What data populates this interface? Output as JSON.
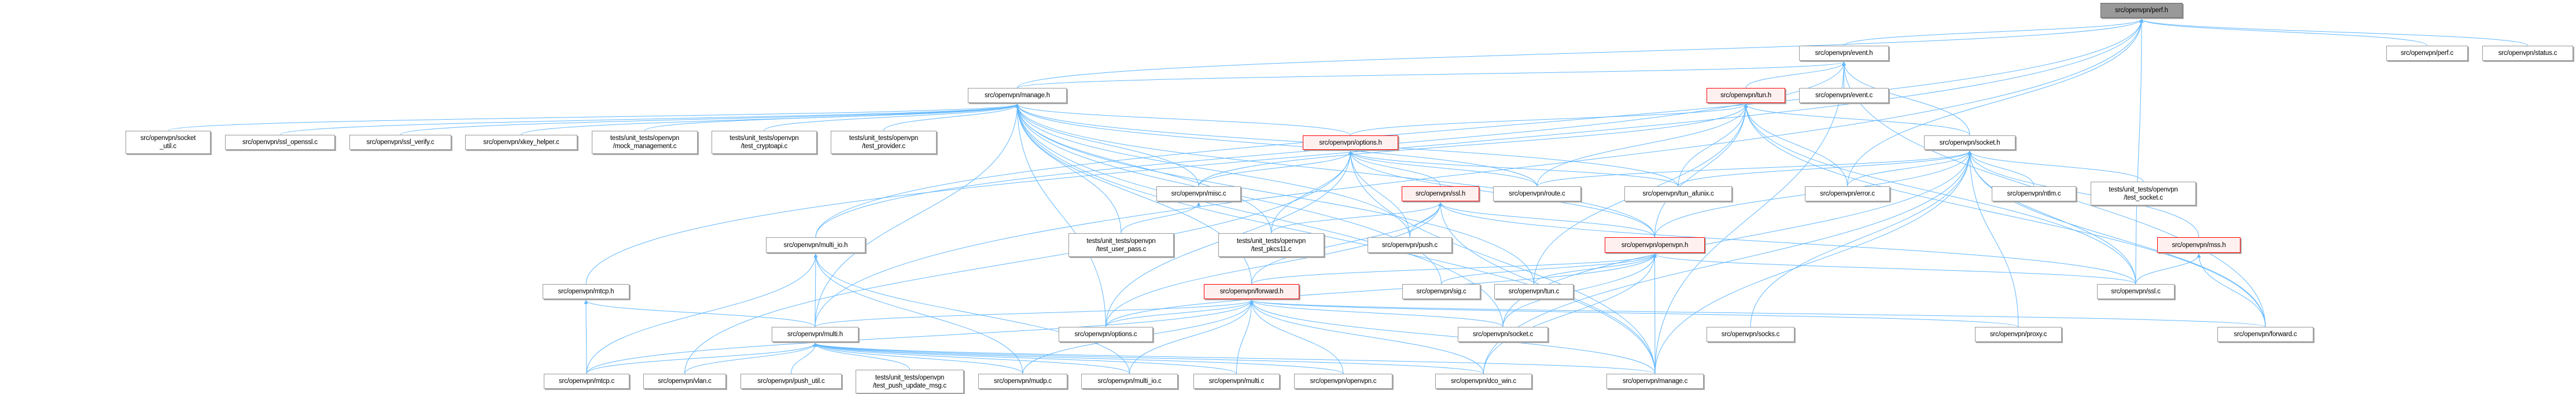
{
  "graph_title": "src/openvpn/perf.h",
  "edge_color": "#63b8ff",
  "nodes": [
    {
      "label": "src/openvpn/perf.h",
      "style": "root"
    },
    {
      "label": "src/openvpn/event.h",
      "style": "plain"
    },
    {
      "label": "src/openvpn/perf.c",
      "style": "plain"
    },
    {
      "label": "src/openvpn/status.c",
      "style": "plain"
    },
    {
      "label": "src/openvpn/manage.h",
      "style": "plain"
    },
    {
      "label": "src/openvpn/tun.h",
      "style": "red"
    },
    {
      "label": "src/openvpn/event.c",
      "style": "plain"
    },
    {
      "label": "src/openvpn/socket\n_util.c",
      "style": "plain"
    },
    {
      "label": "src/openvpn/ssl_openssl.c",
      "style": "plain"
    },
    {
      "label": "src/openvpn/ssl_verify.c",
      "style": "plain"
    },
    {
      "label": "src/openvpn/xkey_helper.c",
      "style": "plain"
    },
    {
      "label": "tests/unit_tests/openvpn\n/mock_management.c",
      "style": "plain"
    },
    {
      "label": "tests/unit_tests/openvpn\n/test_cryptoapi.c",
      "style": "plain"
    },
    {
      "label": "tests/unit_tests/openvpn\n/test_provider.c",
      "style": "plain"
    },
    {
      "label": "src/openvpn/options.h",
      "style": "red"
    },
    {
      "label": "src/openvpn/socket.h",
      "style": "plain"
    },
    {
      "label": "src/openvpn/misc.c",
      "style": "plain"
    },
    {
      "label": "src/openvpn/ssl.h",
      "style": "red"
    },
    {
      "label": "src/openvpn/route.c",
      "style": "plain"
    },
    {
      "label": "src/openvpn/tun_afunix.c",
      "style": "plain"
    },
    {
      "label": "src/openvpn/error.c",
      "style": "plain"
    },
    {
      "label": "src/openvpn/ntlm.c",
      "style": "plain"
    },
    {
      "label": "tests/unit_tests/openvpn\n/test_socket.c",
      "style": "plain"
    },
    {
      "label": "src/openvpn/multi_io.h",
      "style": "plain"
    },
    {
      "label": "tests/unit_tests/openvpn\n/test_user_pass.c",
      "style": "plain"
    },
    {
      "label": "tests/unit_tests/openvpn\n/test_pkcs11.c",
      "style": "plain"
    },
    {
      "label": "src/openvpn/push.c",
      "style": "plain"
    },
    {
      "label": "src/openvpn/openvpn.h",
      "style": "red"
    },
    {
      "label": "src/openvpn/mss.h",
      "style": "red"
    },
    {
      "label": "src/openvpn/mtcp.h",
      "style": "plain"
    },
    {
      "label": "src/openvpn/forward.h",
      "style": "red"
    },
    {
      "label": "src/openvpn/sig.c",
      "style": "plain"
    },
    {
      "label": "src/openvpn/tun.c",
      "style": "plain"
    },
    {
      "label": "src/openvpn/ssl.c",
      "style": "plain"
    },
    {
      "label": "src/openvpn/multi.h",
      "style": "plain"
    },
    {
      "label": "src/openvpn/options.c",
      "style": "plain"
    },
    {
      "label": "src/openvpn/socket.c",
      "style": "plain"
    },
    {
      "label": "src/openvpn/socks.c",
      "style": "plain"
    },
    {
      "label": "src/openvpn/proxy.c",
      "style": "plain"
    },
    {
      "label": "src/openvpn/forward.c",
      "style": "plain"
    },
    {
      "label": "src/openvpn/mtcp.c",
      "style": "plain"
    },
    {
      "label": "src/openvpn/vlan.c",
      "style": "plain"
    },
    {
      "label": "src/openvpn/push_util.c",
      "style": "plain"
    },
    {
      "label": "tests/unit_tests/openvpn\n/test_push_update_msg.c",
      "style": "plain"
    },
    {
      "label": "src/openvpn/mudp.c",
      "style": "plain"
    },
    {
      "label": "src/openvpn/multi_io.c",
      "style": "plain"
    },
    {
      "label": "src/openvpn/multi.c",
      "style": "plain"
    },
    {
      "label": "src/openvpn/openvpn.c",
      "style": "plain"
    },
    {
      "label": "src/openvpn/dco_win.c",
      "style": "plain"
    },
    {
      "label": "src/openvpn/manage.c",
      "style": "plain"
    }
  ],
  "edges": [
    [
      1,
      0
    ],
    [
      2,
      0
    ],
    [
      3,
      0
    ],
    [
      20,
      0
    ],
    [
      33,
      0
    ],
    [
      4,
      0
    ],
    [
      23,
      0
    ],
    [
      29,
      0
    ],
    [
      34,
      0
    ],
    [
      4,
      1
    ],
    [
      5,
      1
    ],
    [
      6,
      1
    ],
    [
      15,
      1
    ],
    [
      39,
      1
    ],
    [
      49,
      1
    ],
    [
      23,
      1
    ],
    [
      7,
      4
    ],
    [
      8,
      4
    ],
    [
      9,
      4
    ],
    [
      10,
      4
    ],
    [
      11,
      4
    ],
    [
      12,
      4
    ],
    [
      13,
      4
    ],
    [
      14,
      4
    ],
    [
      16,
      4
    ],
    [
      18,
      4
    ],
    [
      19,
      4
    ],
    [
      24,
      4
    ],
    [
      25,
      4
    ],
    [
      26,
      4
    ],
    [
      27,
      4
    ],
    [
      30,
      4
    ],
    [
      31,
      4
    ],
    [
      32,
      4
    ],
    [
      35,
      4
    ],
    [
      36,
      4
    ],
    [
      34,
      4
    ],
    [
      49,
      4
    ],
    [
      14,
      5
    ],
    [
      15,
      5
    ],
    [
      16,
      5
    ],
    [
      18,
      5
    ],
    [
      19,
      5
    ],
    [
      20,
      5
    ],
    [
      27,
      5
    ],
    [
      32,
      5
    ],
    [
      39,
      5
    ],
    [
      33,
      5
    ],
    [
      16,
      14
    ],
    [
      17,
      14
    ],
    [
      18,
      14
    ],
    [
      19,
      14
    ],
    [
      26,
      14
    ],
    [
      27,
      14
    ],
    [
      35,
      14
    ],
    [
      49,
      14
    ],
    [
      41,
      14
    ],
    [
      25,
      14
    ],
    [
      25,
      17
    ],
    [
      26,
      17
    ],
    [
      27,
      17
    ],
    [
      30,
      17
    ],
    [
      33,
      17
    ],
    [
      49,
      17
    ],
    [
      35,
      17
    ],
    [
      19,
      15
    ],
    [
      20,
      15
    ],
    [
      21,
      15
    ],
    [
      22,
      15
    ],
    [
      28,
      15
    ],
    [
      33,
      15
    ],
    [
      27,
      15
    ],
    [
      36,
      15
    ],
    [
      37,
      15
    ],
    [
      38,
      15
    ],
    [
      39,
      15
    ],
    [
      49,
      15
    ],
    [
      48,
      15
    ],
    [
      18,
      15
    ],
    [
      24,
      16
    ],
    [
      30,
      27
    ],
    [
      31,
      27
    ],
    [
      32,
      27
    ],
    [
      36,
      27
    ],
    [
      48,
      27
    ],
    [
      49,
      27
    ],
    [
      33,
      27
    ],
    [
      35,
      27
    ],
    [
      33,
      28
    ],
    [
      39,
      28
    ],
    [
      34,
      30
    ],
    [
      35,
      30
    ],
    [
      44,
      30
    ],
    [
      45,
      30
    ],
    [
      46,
      30
    ],
    [
      47,
      30
    ],
    [
      48,
      30
    ],
    [
      36,
      30
    ],
    [
      38,
      30
    ],
    [
      39,
      30
    ],
    [
      49,
      30
    ],
    [
      40,
      30
    ],
    [
      34,
      23
    ],
    [
      40,
      23
    ],
    [
      45,
      23
    ],
    [
      44,
      23
    ],
    [
      34,
      29
    ],
    [
      40,
      29
    ],
    [
      40,
      34
    ],
    [
      41,
      34
    ],
    [
      42,
      34
    ],
    [
      43,
      34
    ],
    [
      44,
      34
    ],
    [
      45,
      34
    ],
    [
      46,
      34
    ],
    [
      47,
      34
    ],
    [
      49,
      34
    ],
    [
      48,
      34
    ]
  ]
}
